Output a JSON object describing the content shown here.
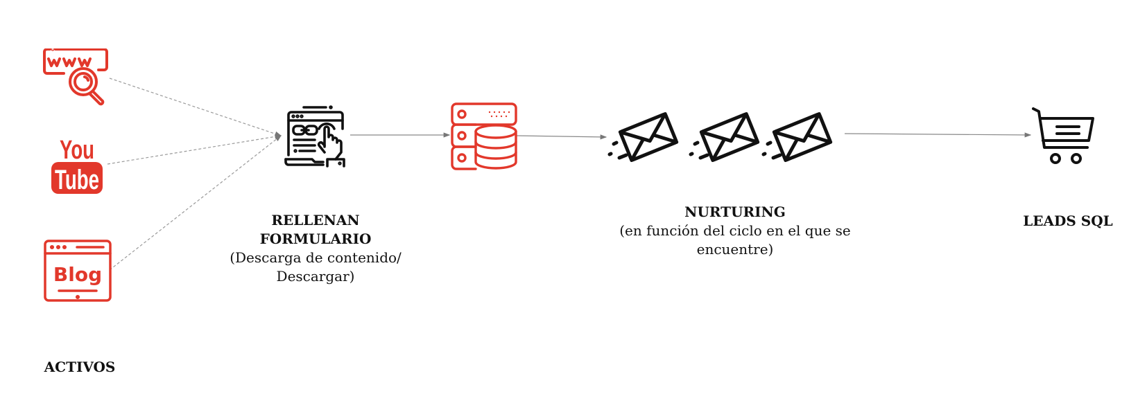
{
  "diagram": {
    "colors": {
      "accent": "#e2382b",
      "dark": "#111111",
      "connector": "#888888",
      "background": "#ffffff"
    },
    "sources": {
      "label": "ACTIVOS",
      "items": [
        {
          "name": "web-search",
          "icon": "www-search-icon"
        },
        {
          "name": "youtube",
          "icon": "youtube-icon",
          "text_top": "You",
          "text_bottom": "Tube"
        },
        {
          "name": "blog",
          "icon": "blog-icon",
          "text": "Blog"
        }
      ]
    },
    "steps": [
      {
        "id": "form",
        "icon": "web-form-click-icon",
        "title_line1": "RELLENAN",
        "title_line2": "FORMULARIO",
        "sub_line1": "(Descarga de contenido/",
        "sub_line2": "Descargar)"
      },
      {
        "id": "database",
        "icon": "database-server-icon"
      },
      {
        "id": "nurturing",
        "icon": "email-sequence-icon",
        "title_line1": "NURTURING",
        "sub_line1": "(en función del ciclo en el que se",
        "sub_line2": "encuentre)"
      },
      {
        "id": "leads",
        "icon": "shopping-cart-icon",
        "title_line1": "LEADS SQL"
      }
    ]
  }
}
